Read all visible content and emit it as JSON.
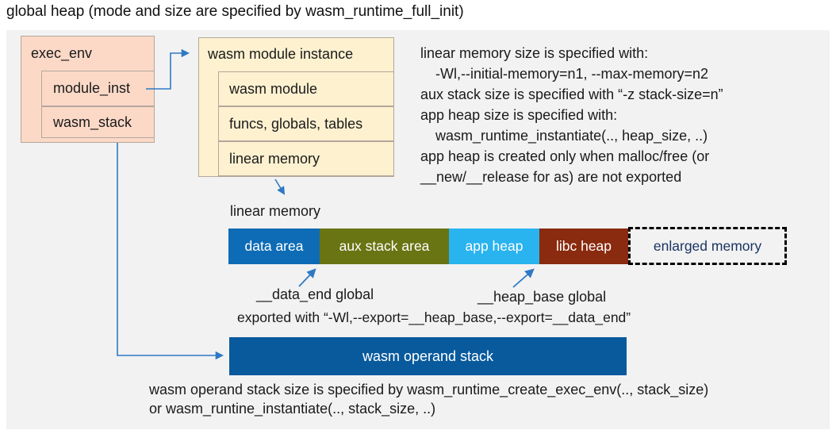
{
  "title": "global heap (mode and size are specified by wasm_runtime_full_init)",
  "exec_env": {
    "title": "exec_env",
    "fields": [
      "module_inst",
      "wasm_stack"
    ]
  },
  "module_instance": {
    "title": "wasm module instance",
    "fields": [
      "wasm module",
      "funcs, globals, tables",
      "linear memory"
    ]
  },
  "notes_right": {
    "lines": [
      "linear memory size is specified with:",
      "-Wl,--initial-memory=n1, --max-memory=n2",
      "aux stack size is specified with “-z stack-size=n”",
      "app heap size is specified with:",
      "wasm_runtime_instantiate(.., heap_size, ..)",
      "app heap is created only when malloc/free (or",
      "__new/__release for as) are not exported"
    ]
  },
  "linear_memory": {
    "label": "linear memory",
    "segments": [
      {
        "label": "data area",
        "color": "#0d6cb5"
      },
      {
        "label": "aux stack area",
        "color": "#697413"
      },
      {
        "label": "app heap",
        "color": "#29b3ef"
      },
      {
        "label": "libc heap",
        "color": "#8a2a0e"
      },
      {
        "label": "enlarged memory",
        "color": "transparent"
      }
    ],
    "data_end_label": "__data_end global",
    "heap_base_label": "__heap_base global",
    "export_note": "exported with “-Wl,--export=__heap_base,--export=__data_end”"
  },
  "operand_stack": {
    "label": "wasm operand stack",
    "note_line1": "wasm operand stack size is specified by wasm_runtime_create_exec_env(.., stack_size)",
    "note_line2": "or wasm_runtine_instantiate(.., stack_size, ..)"
  },
  "colors": {
    "arrow": "#2e79c4",
    "panel_bg": "#f2f2f2",
    "exec_env_fill": "#fcd9c7",
    "instance_fill": "#fdf1d0",
    "operand_stack_fill": "#085a9d",
    "enlarged_memory_text": "#1a3462"
  }
}
